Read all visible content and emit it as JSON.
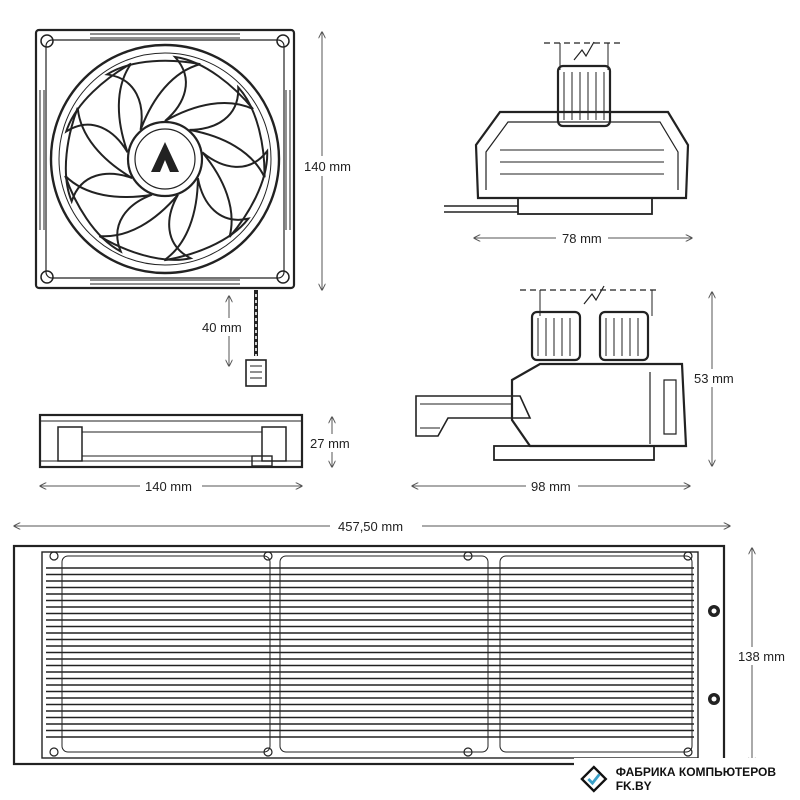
{
  "dimensions": {
    "fan_height": "140 mm",
    "cable_length": "40 mm",
    "fan_width": "140 mm",
    "fan_thickness": "27 mm",
    "pump_width_front": "78 mm",
    "pump_width_side": "98 mm",
    "pump_height": "53 mm",
    "radiator_length": "457,50 mm",
    "radiator_height": "138 mm"
  },
  "watermark": {
    "text": "ФАБРИКА КОМПЬЮТЕРОВ FK.BY"
  }
}
